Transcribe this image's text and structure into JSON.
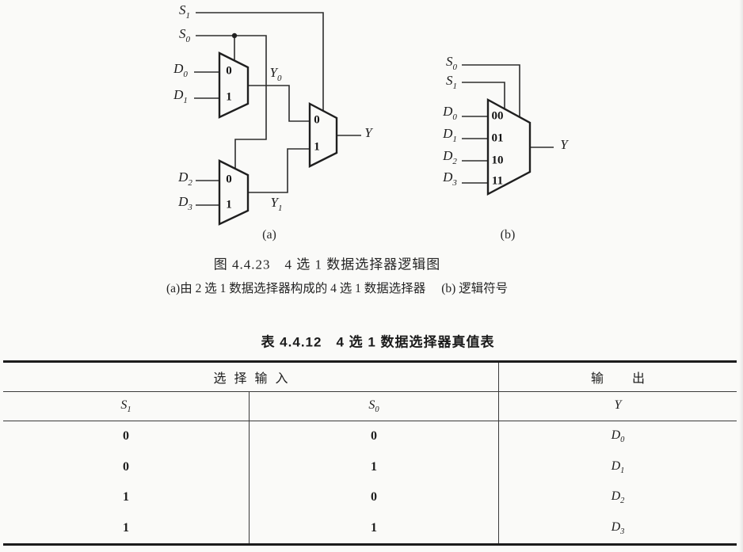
{
  "figure": {
    "caption_title": "图 4.4.23　4 选 1 数据选择器逻辑图",
    "caption_sub_a": "(a)由 2 选 1 数据选择器构成的 4 选 1 数据选择器",
    "caption_sub_b": "(b) 逻辑符号",
    "diagram_a": {
      "panel_label": "(a)",
      "signals": {
        "s1": {
          "base": "S",
          "sub": "1"
        },
        "s0": {
          "base": "S",
          "sub": "0"
        },
        "d0": {
          "base": "D",
          "sub": "0"
        },
        "d1": {
          "base": "D",
          "sub": "1"
        },
        "d2": {
          "base": "D",
          "sub": "2"
        },
        "d3": {
          "base": "D",
          "sub": "3"
        },
        "y0": {
          "base": "Y",
          "sub": "0"
        },
        "y1": {
          "base": "Y",
          "sub": "1"
        },
        "y": {
          "base": "Y",
          "sub": ""
        }
      },
      "ports": {
        "mux1_0": "0",
        "mux1_1": "1",
        "mux2_0": "0",
        "mux2_1": "1",
        "mux3_0": "0",
        "mux3_1": "1"
      }
    },
    "diagram_b": {
      "panel_label": "(b)",
      "signals": {
        "s0": {
          "base": "S",
          "sub": "0"
        },
        "s1": {
          "base": "S",
          "sub": "1"
        },
        "d0": {
          "base": "D",
          "sub": "0"
        },
        "d1": {
          "base": "D",
          "sub": "1"
        },
        "d2": {
          "base": "D",
          "sub": "2"
        },
        "d3": {
          "base": "D",
          "sub": "3"
        },
        "y": {
          "base": "Y",
          "sub": ""
        }
      },
      "ports": {
        "p00": "00",
        "p01": "01",
        "p10": "10",
        "p11": "11"
      }
    }
  },
  "table": {
    "title": "表 4.4.12　4 选 1 数据选择器真值表",
    "group_headers": {
      "left": "选择输入",
      "right": "输　出"
    },
    "columns": {
      "s1": {
        "base": "S",
        "sub": "1"
      },
      "s0": {
        "base": "S",
        "sub": "0"
      },
      "y": {
        "base": "Y",
        "sub": ""
      }
    },
    "rows": [
      {
        "s1": "0",
        "s0": "0",
        "y": {
          "base": "D",
          "sub": "0"
        }
      },
      {
        "s1": "0",
        "s0": "1",
        "y": {
          "base": "D",
          "sub": "1"
        }
      },
      {
        "s1": "1",
        "s0": "0",
        "y": {
          "base": "D",
          "sub": "2"
        }
      },
      {
        "s1": "1",
        "s0": "1",
        "y": {
          "base": "D",
          "sub": "3"
        }
      }
    ]
  },
  "colors": {
    "paper": "#fafaf8",
    "ink": "#1d1d1d",
    "line": "#2e2e2e"
  }
}
